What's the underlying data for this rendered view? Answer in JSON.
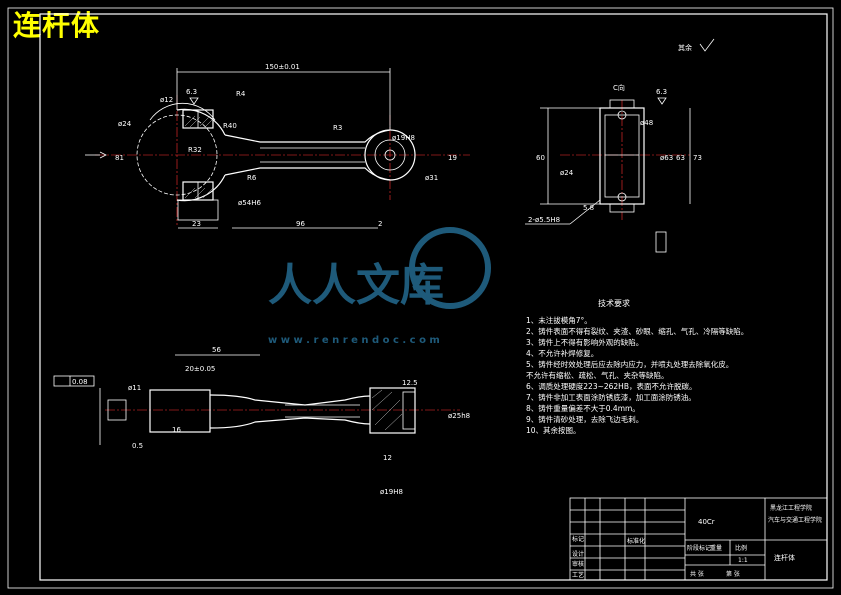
{
  "title": "连杆体",
  "roughness_all": "其余",
  "section_label": "C向",
  "watermark": {
    "text": "人人文库",
    "url": "w w w . r e n r e n d o c . c o m"
  },
  "dims_front": {
    "overall": "150±0.01",
    "d1": "96",
    "d2": "23",
    "d3": "2",
    "r40": "R40",
    "r32": "R32",
    "r3": "R3",
    "r4": "R4",
    "r6": "R6",
    "phi54": "ø54H6",
    "phi19": "ø19H8",
    "phi31": "ø31",
    "phi12": "ø12",
    "phi24": "ø24",
    "n81": "81",
    "n19": "19",
    "rough": "6.3"
  },
  "dims_side": {
    "n60": "60",
    "n63": "63",
    "n73": "73",
    "phi48": "ø48",
    "phi24": "ø24",
    "phi63": "ø63",
    "holes": "2-ø5.5H8",
    "rough": "6.3",
    "n58": "5.8"
  },
  "dims_bottom": {
    "n56": "56",
    "n20": "20±0.05",
    "phi19": "ø19H8",
    "phi11": "ø11",
    "tol": "0.08",
    "ra": "12.5",
    "n05": "0.5",
    "n16": "16",
    "n12": "12",
    "phi25": "ø25h8"
  },
  "tech_req": {
    "title": "技术要求",
    "items": [
      "1、未注拔模角7°。",
      "2、铸件表面不得有裂纹、夹渣、砂眼、缩孔、气孔、冷隔等缺陷。",
      "3、铸件上不得有影响外观的缺陷。",
      "4、不允许补焊修复。",
      "5、铸件经时效处理后应去除内应力，并喷丸处理去除氧化皮。",
      "  不允许有缩松、疏松、气孔、夹杂等缺陷。",
      "6、调质处理硬度223~262HB，表面不允许脱碳。",
      "7、铸件非加工表面涂防锈底漆，加工面涂防锈油。",
      "8、铸件重量偏差不大于0.4mm。",
      "9、铸件清砂处理，去除飞边毛刺。",
      "10、其余按图。"
    ]
  },
  "title_block": {
    "material": "40Cr",
    "school": "黑龙江工程学院",
    "dept": "汽车与交通工程学院",
    "part": "连杆体",
    "scale": "1:1",
    "n1": "标记",
    "n2": "设计",
    "n3": "审核",
    "n4": "工艺",
    "cells": [
      "设计",
      "标准化",
      "阶段标记",
      "重量",
      "比例",
      "共 张",
      "第 张"
    ]
  }
}
